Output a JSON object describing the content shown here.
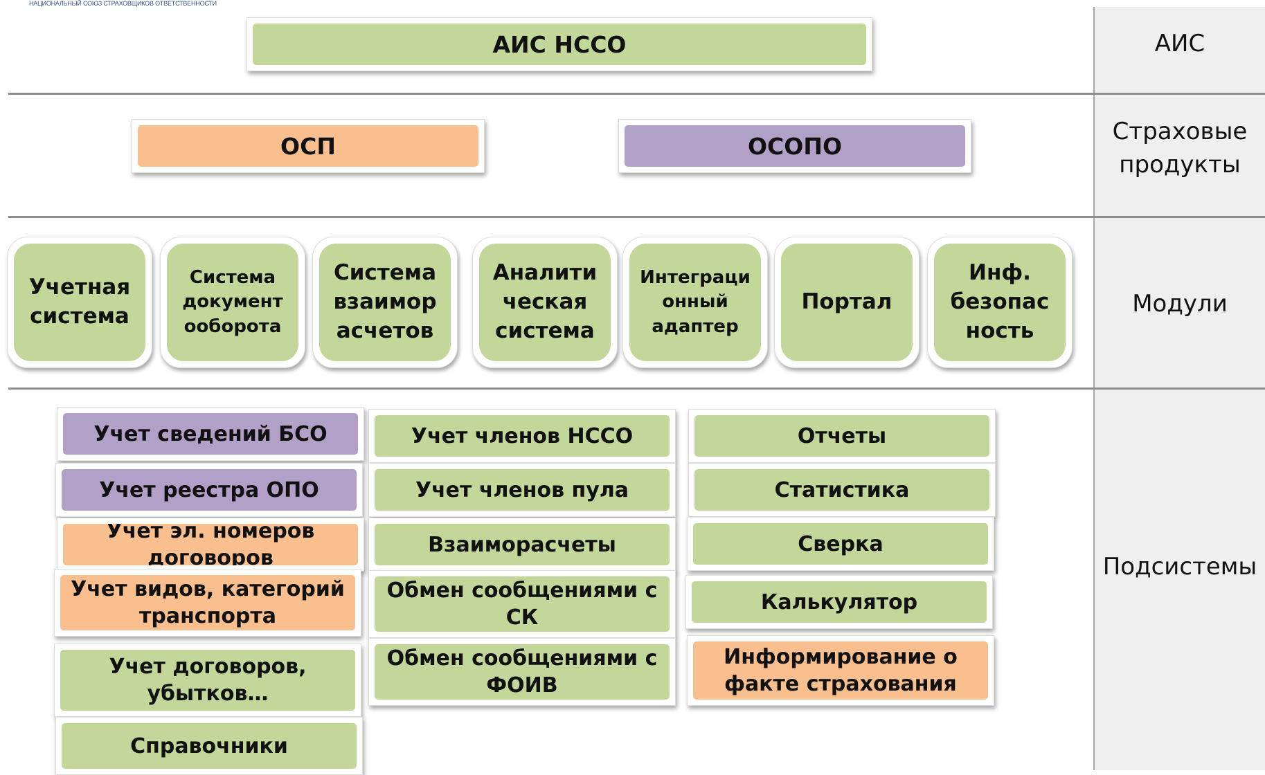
{
  "caption": "НАЦИОНАЛЬНЫЙ СОЮЗ СТРАХОВЩИКОВ ОТВЕТСТВЕННОСТИ",
  "levels": {
    "ais": "АИС",
    "products": "Страховые продукты",
    "modules": "Модули",
    "subsystems": "Подсистемы"
  },
  "ais_box": "АИС НССО",
  "products": {
    "osp": "ОСП",
    "osopo": "ОСОПО"
  },
  "modules": [
    "Учетная система",
    "Система документ ооборота",
    "Система взаимор асчетов",
    "Аналити ческая система",
    "Интеграци онный адаптер",
    "Портал",
    "Инф. безопас ность"
  ],
  "subsystems": {
    "col1": [
      "Учет сведений БСО",
      "Учет реестра ОПО",
      "Учет эл. номеров договоров",
      "Учет видов, категорий транспорта",
      "Учет договоров, убытков…",
      "Справочники"
    ],
    "col2": [
      "Учет членов НССО",
      "Учет членов пула",
      "Взаиморасчеты",
      "Обмен сообщениями с СК",
      "Обмен сообщениями с ФОИВ"
    ],
    "col3": [
      "Отчеты",
      "Статистика",
      "Сверка",
      "Калькулятор",
      "Информирование о факте страхования"
    ]
  },
  "colors": {
    "green": "#c4d79b",
    "orange": "#f9bf8f",
    "purple": "#b1a0c7",
    "panel": "#efefef",
    "divider": "#8c8c8c"
  }
}
